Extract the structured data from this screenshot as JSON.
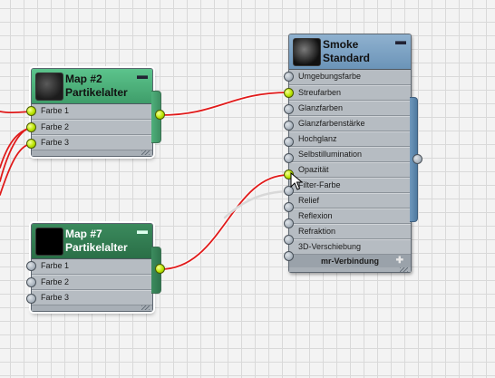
{
  "nodes": {
    "map2": {
      "title_line1": "Map #2",
      "title_line2": "Partikelalter",
      "slots": [
        "Farbe 1",
        "Farbe 2",
        "Farbe 3"
      ],
      "header_color": "#3f9d6a"
    },
    "map7": {
      "title_line1": "Map #7",
      "title_line2": "Partikelalter",
      "slots": [
        "Farbe 1",
        "Farbe 2",
        "Farbe 3"
      ],
      "header_color": "#2a6f47"
    },
    "smoke": {
      "title_line1": "Smoke",
      "title_line2": "Standard",
      "slots": [
        "Umgebungsfarbe",
        "Streufarben",
        "Glanzfarben",
        "Glanzfarbenstärke",
        "Hochglanz",
        "Selbstillumination",
        "Opazität",
        "Filter-Farbe",
        "Relief",
        "Reflexion",
        "Refraktion",
        "3D-Verschiebung"
      ],
      "footer": "mr-Verbindung",
      "header_color": "#6b94b8"
    }
  },
  "colors": {
    "wire": "#e01a1a",
    "active_socket": "#c8ef00",
    "canvas_bg": "#f3f3f3",
    "grid": "#d9d9d9"
  },
  "icons": {
    "minimize": "minus-icon",
    "resize": "resize-grip-icon",
    "cursor": "arrow-cursor-icon",
    "footer_expand": "plus-icon"
  }
}
